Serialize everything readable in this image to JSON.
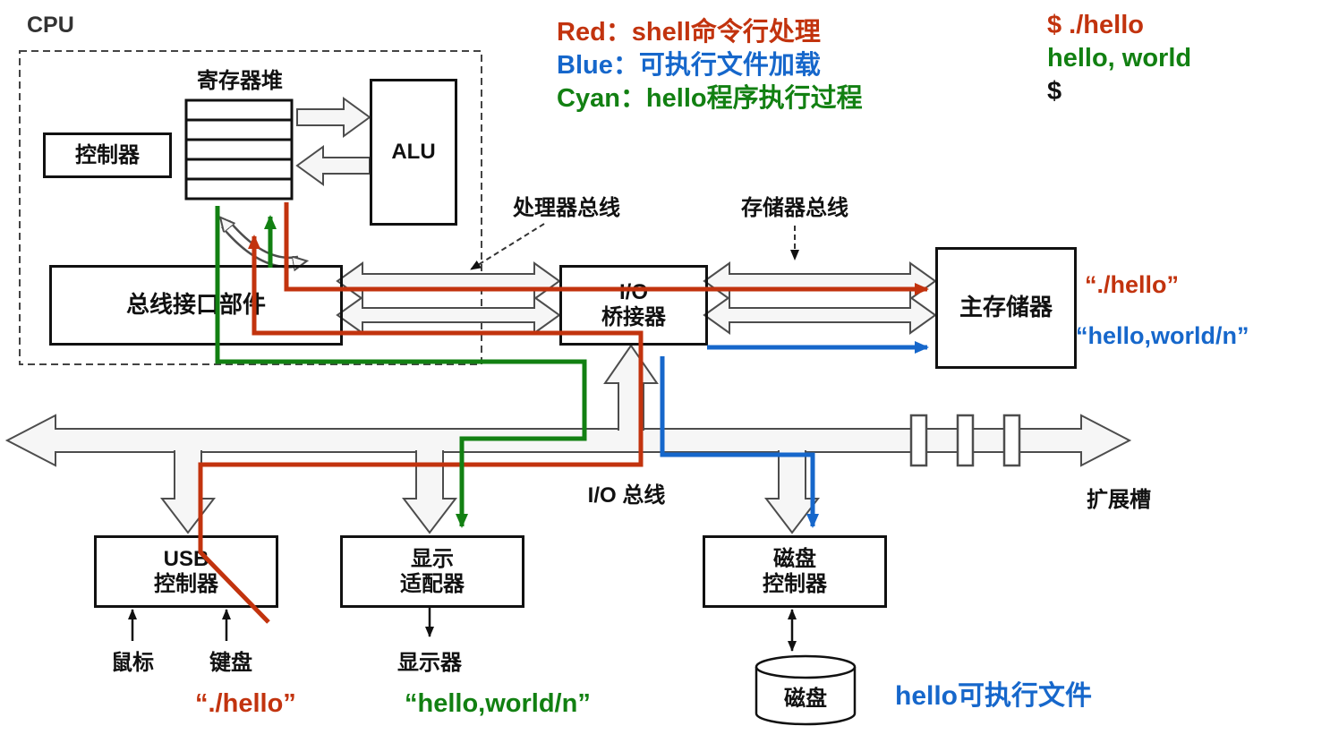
{
  "legend": {
    "red_line": "Red：shell命令行处理",
    "blue_line": "Blue：可执行文件加载",
    "cyan_line": "Cyan：hello程序执行过程",
    "terminal": {
      "line1": "$ ./hello",
      "line2": "hello, world",
      "line3": "$"
    }
  },
  "cpu": {
    "title": "CPU",
    "register_file": "寄存器堆",
    "controller": "控制器",
    "alu": "ALU",
    "bus_interface": "总线接口部件"
  },
  "buses": {
    "processor_bus": "处理器总线",
    "memory_bus": "存储器总线",
    "io_bus": "I/O 总线",
    "expansion_slots": "扩展槽"
  },
  "devices": {
    "io_bridge": {
      "line1": "I/O",
      "line2": "桥接器"
    },
    "main_memory": "主存储器",
    "usb_controller": {
      "line1": "USB",
      "line2": "控制器"
    },
    "display_adapter": {
      "line1": "显示",
      "line2": "适配器"
    },
    "disk_controller": {
      "line1": "磁盘",
      "line2": "控制器"
    },
    "mouse": "鼠标",
    "keyboard": "键盘",
    "display": "显示器",
    "disk": "磁盘"
  },
  "annotations": {
    "memory_write_red": "“./hello”",
    "memory_load_blue": "“hello,world/n”",
    "keyboard_input_red": "“./hello”",
    "display_output_green": "“hello,world/n”",
    "disk_file_blue": "hello可执行文件"
  },
  "colors": {
    "red": "#c2330e",
    "blue": "#1667cb",
    "green": "#128012"
  }
}
